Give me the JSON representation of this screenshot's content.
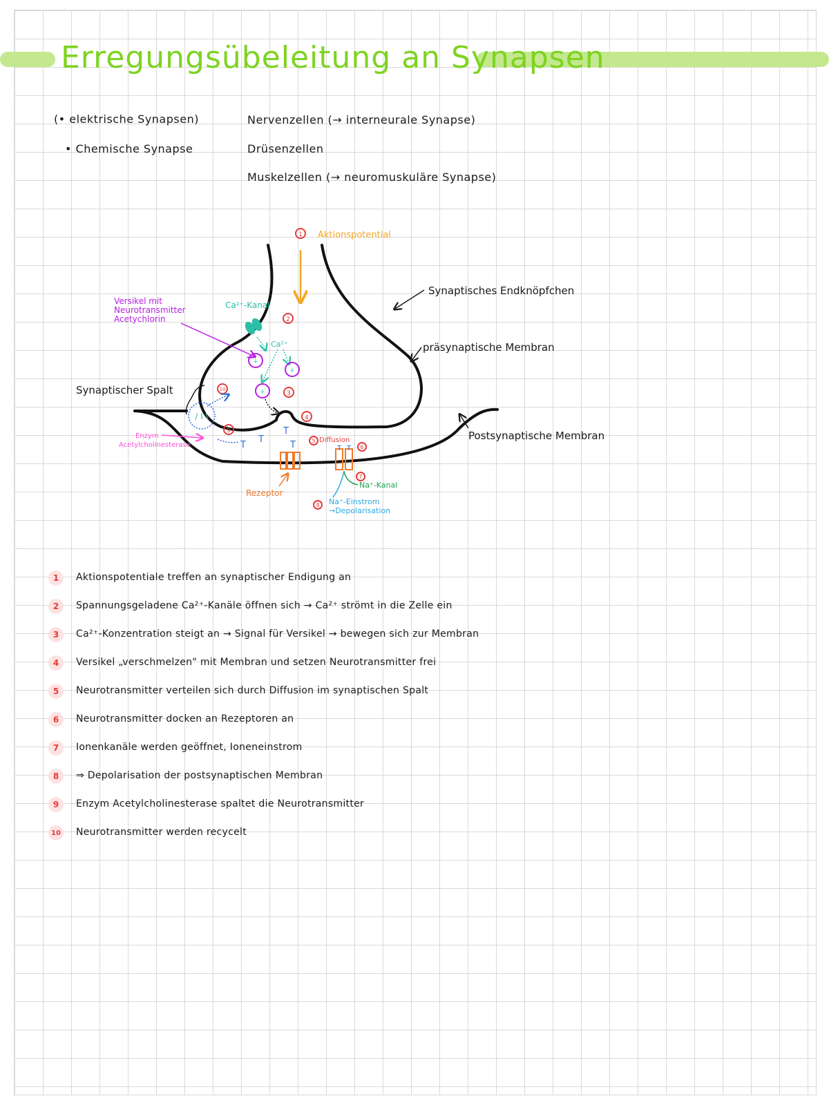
{
  "title": "Erregungsübeleitung an Synapsen",
  "types": {
    "electric": "(• elektrische Synapsen)",
    "chemical": "• Chemische Synapse"
  },
  "targets": [
    "Nervenzellen (→ interneurale Synapse)",
    "Drüsenzellen",
    "Muskelzellen (→ neuromuskuläre Synapse)"
  ],
  "diagram": {
    "action_potential": "Aktionspotential",
    "ap_marker": "1",
    "marker_2": "2",
    "marker_3": "3",
    "marker_4": "4",
    "marker_5": "5",
    "marker_6": "6",
    "marker_7": "7",
    "marker_8": "8",
    "marker_9": "9",
    "marker_10": "10",
    "endknoepfchen": "Synaptisches Endknöpfchen",
    "praesynaptisch": "präsynaptische Membran",
    "postsynaptisch": "Postsynaptische Membran",
    "vesikel_line1": "Versikel mit",
    "vesikel_line2": "Neurotransmitter",
    "vesikel_line3": "Acetychlorin",
    "ca_kanal": "Ca²⁺-Kanal",
    "ca_ion": "Ca²⁺",
    "spalt": "Synaptischer Spalt",
    "enzym_line1": "Enzym",
    "enzym_line2": "Acetylcholinesterase",
    "diffusion": "Diffusion",
    "rezeptor": "Rezeptor",
    "na_kanal": "Na⁺-Kanal",
    "na_einstrom_line1": "Na⁺-Einstrom",
    "na_einstrom_line2": "→Depolarisation",
    "colors": {
      "green_title": "#7ed321",
      "orange": "#f5a623",
      "red": "#e43b3b",
      "purple": "#b620e0",
      "teal": "#2bbfa5",
      "pink": "#ff4fd8",
      "blue": "#2f6bd6",
      "rezeptor_orange": "#f07a2a",
      "na_green": "#1aa34a",
      "cyan": "#29a8e0"
    }
  },
  "steps": [
    {
      "n": "1",
      "text": "Aktionspotentiale treffen an synaptischer Endigung an"
    },
    {
      "n": "2",
      "text": "Spannungsgeladene Ca²⁺-Kanäle öffnen sich → Ca²⁺ strömt in die Zelle ein"
    },
    {
      "n": "3",
      "text": "Ca²⁺-Konzentration steigt an → Signal für Versikel → bewegen sich zur Membran"
    },
    {
      "n": "4",
      "text": "Versikel „verschmelzen\" mit Membran und setzen Neurotransmitter frei"
    },
    {
      "n": "5",
      "text": "Neurotransmitter verteilen sich durch Diffusion im synaptischen Spalt"
    },
    {
      "n": "6",
      "text": "Neurotransmitter docken an Rezeptoren an"
    },
    {
      "n": "7",
      "text": "Ionenkanäle werden geöffnet, Ioneneinstrom"
    },
    {
      "n": "8",
      "text": "⇒ Depolarisation der postsynaptischen Membran"
    },
    {
      "n": "9",
      "text": "Enzym Acetylcholinesterase spaltet die Neurotransmitter"
    },
    {
      "n": "10",
      "text": "Neurotransmitter werden recycelt"
    }
  ]
}
